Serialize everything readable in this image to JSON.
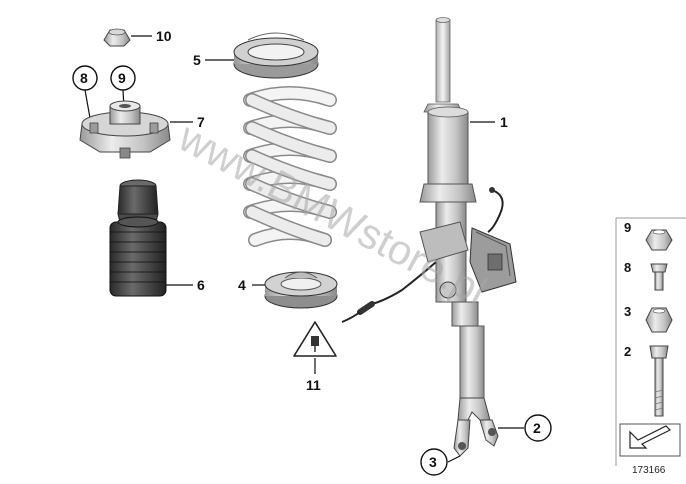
{
  "callouts": {
    "c1": "1",
    "c2": "2",
    "c3": "3",
    "c4": "4",
    "c5": "5",
    "c6": "6",
    "c7": "7",
    "c8": "8",
    "c9": "9",
    "c10": "10",
    "c11": "11"
  },
  "sidebar_labels": {
    "s9": "9",
    "s8": "8",
    "s3": "3",
    "s2": "2"
  },
  "diagram_number": "173166",
  "watermark": "www.BMWstore.pl",
  "colors": {
    "metal_light": "#e4e4e4",
    "metal_mid": "#c8c8c8",
    "metal_dark": "#8c8c8c",
    "rubber": "#3a3a3a",
    "spring": "#f2f2f2",
    "watermark": "#a8a8a8"
  }
}
